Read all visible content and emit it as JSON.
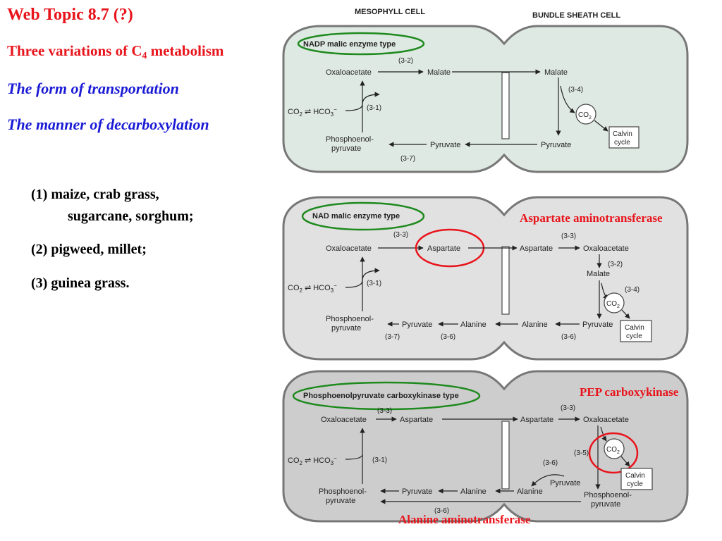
{
  "slide": {
    "title": "Web Topic 8.7 (?)",
    "subtitle_pre": "Three variations of C",
    "subtitle_sub": "4",
    "subtitle_post": " metabolism",
    "line1": "The form of transportation",
    "line2": "The manner of decarboxylation",
    "plants": {
      "p1a": "(1) maize, crab grass,",
      "p1b": "sugarcane, sorghum;",
      "p2": "(2) pigweed, millet;",
      "p3": "(3) guinea grass."
    },
    "annotations": {
      "asp_amino": "Aspartate aminotransferase",
      "pep_carboxy": "PEP carboxykinase",
      "ala_amino": "Alanine aminotransferase"
    }
  },
  "headers": {
    "mesophyll": "MESOPHYLL CELL",
    "bundle": "BUNDLE SHEATH CELL"
  },
  "colors": {
    "panel1_fill": "#dfe9e3",
    "panel2_fill": "#e1e1e1",
    "panel3_fill": "#cdcdcd",
    "highlight_green": "#1e8a1e",
    "highlight_red": "#e8141b"
  },
  "panel1": {
    "type": "NADP malic enzyme type",
    "oaa": "Oxaloacetate",
    "malate_m": "Malate",
    "malate_b": "Malate",
    "pyruvate_b": "Pyruvate",
    "pyruvate_m": "Pyruvate",
    "pep1": "Phosphoenol-",
    "pep2": "pyruvate",
    "co2": "CO",
    "co2_sub": "2",
    "hco3": "⇌ HCO",
    "hco3_sub": "3",
    "hco3_sup": "−",
    "co2_circle": "CO",
    "co2_circle_sub": "2",
    "calvin1": "Calvin",
    "calvin2": "cycle",
    "s32": "(3-2)",
    "s34": "(3-4)",
    "s31": "(3-1)",
    "s37": "(3-7)"
  },
  "panel2": {
    "type": "NAD malic enzyme type",
    "oaa_m": "Oxaloacetate",
    "asp_m": "Aspartate",
    "asp_b": "Aspartate",
    "oaa_b": "Oxaloacetate",
    "malate": "Malate",
    "pyruvate_b": "Pyruvate",
    "alanine_b": "Alanine",
    "alanine_m": "Alanine",
    "pyruvate_m": "Pyruvate",
    "pep1": "Phosphoenol-",
    "pep2": "pyruvate",
    "co2": "CO",
    "co2_sub": "2",
    "hco3": "⇌ HCO",
    "hco3_sub": "3",
    "hco3_sup": "−",
    "co2_circle": "CO",
    "co2_circle_sub": "2",
    "calvin1": "Calvin",
    "calvin2": "cycle",
    "s33a": "(3-3)",
    "s33b": "(3-3)",
    "s32": "(3-2)",
    "s34": "(3-4)",
    "s31": "(3-1)",
    "s37": "(3-7)",
    "s36a": "(3-6)",
    "s36b": "(3-6)"
  },
  "panel3": {
    "type": "Phosphoenolpyruvate carboxykinase type",
    "oaa_m": "Oxaloacetate",
    "asp_m": "Aspartate",
    "asp_b": "Aspartate",
    "oaa_b": "Oxaloacetate",
    "pyruvate_in": "Pyruvate",
    "alanine_b": "Alanine",
    "alanine_m": "Alanine",
    "pyruvate_m": "Pyruvate",
    "pep1": "Phosphoenol-",
    "pep2": "pyruvate",
    "pepb1": "Phosphoenol-",
    "pepb2": "pyruvate",
    "co2": "CO",
    "co2_sub": "2",
    "hco3": "⇌ HCO",
    "hco3_sub": "3",
    "hco3_sup": "−",
    "co2_circle": "CO",
    "co2_circle_sub": "2",
    "calvin1": "Calvin",
    "calvin2": "cycle",
    "s33a": "(3-3)",
    "s33b": "(3-3)",
    "s35": "(3-5)",
    "s36a": "(3-6)",
    "s36b": "(3-6)",
    "s31": "(3-1)"
  }
}
